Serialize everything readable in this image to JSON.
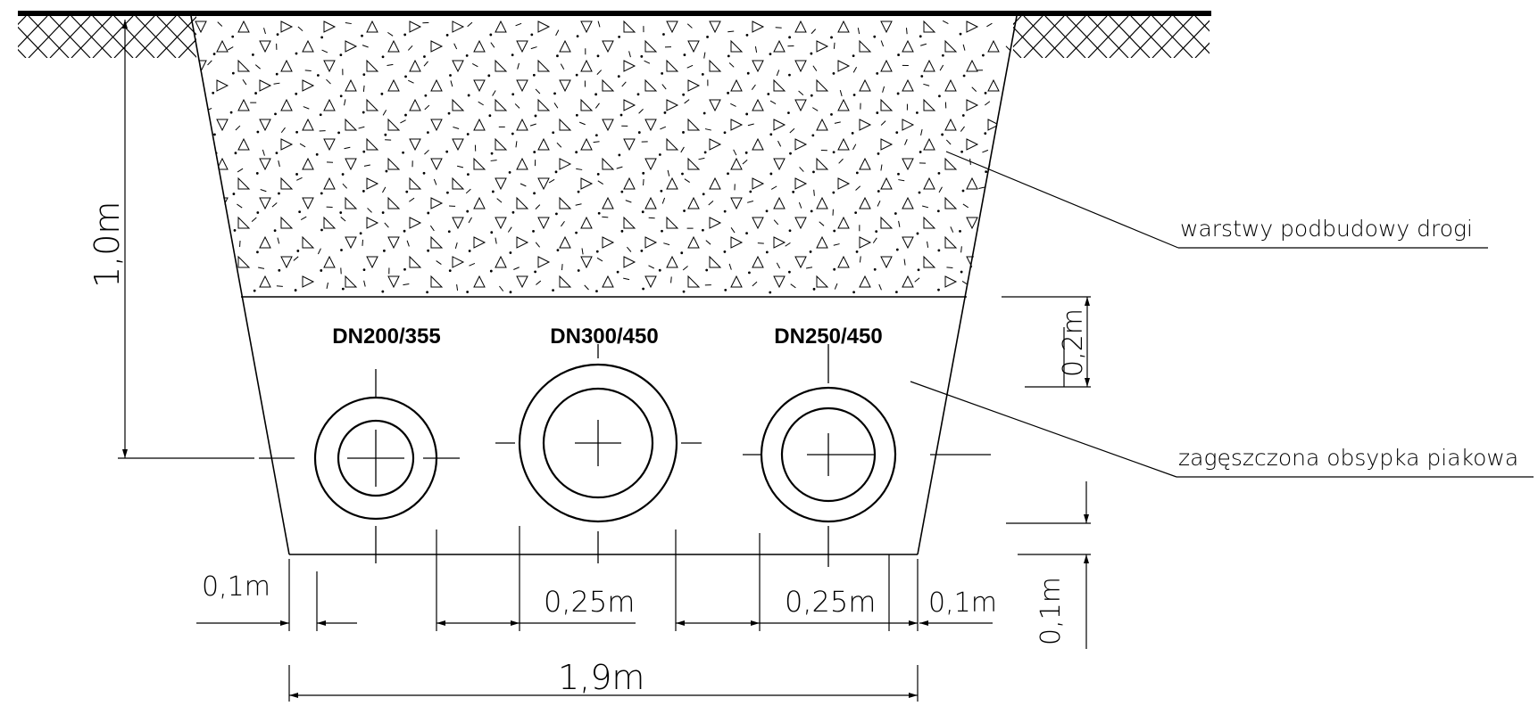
{
  "labels": {
    "road_layers": "warstwy podbudowy drogi",
    "sand_bedding": "zagęszczona obsypka piakowa"
  },
  "pipes": [
    {
      "label": "DN200/355"
    },
    {
      "label": "DN300/450"
    },
    {
      "label": "DN250/450"
    }
  ],
  "dimensions": {
    "depth": "1,0m",
    "top_cover": "0,2m",
    "bottom_bed": "0,1m",
    "left_clearance": "0,1m",
    "gap_1": "0,25m",
    "gap_2": "0,25m",
    "right_clearance": "0,1m",
    "total_width": "1,9m"
  },
  "colors": {
    "line": "#000000",
    "background": "#ffffff"
  }
}
